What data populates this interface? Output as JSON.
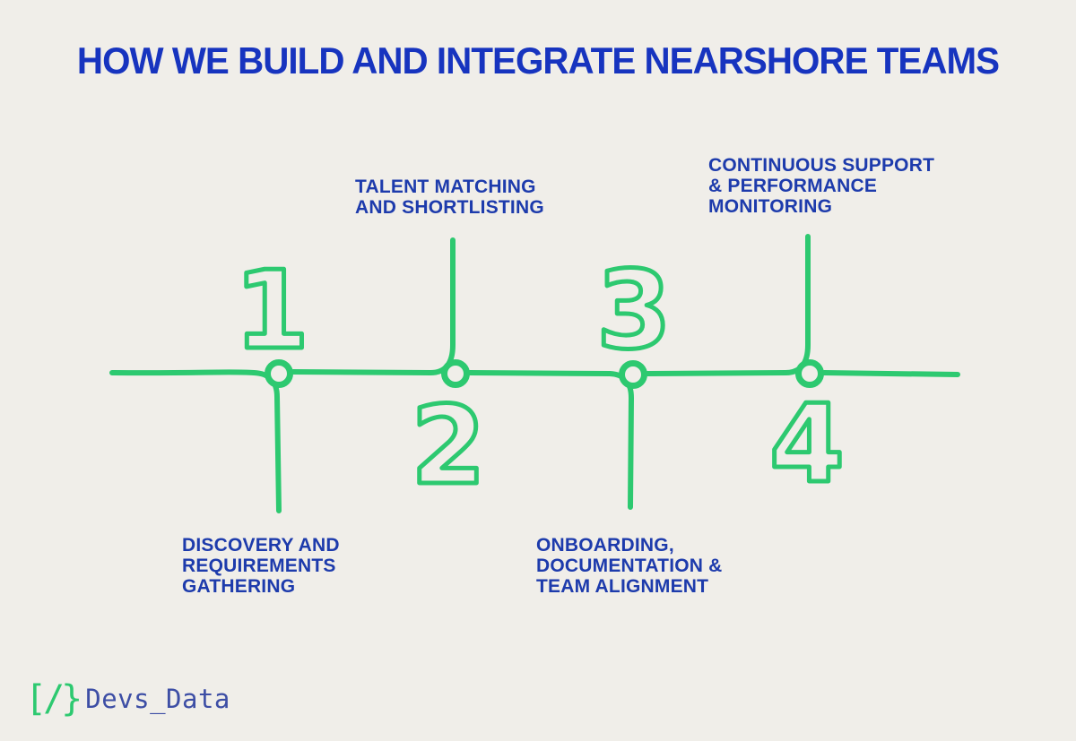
{
  "title": "HOW WE BUILD AND INTEGRATE NEARSHORE TEAMS",
  "steps": [
    {
      "number": "1",
      "label": "DISCOVERY AND REQUIREMENTS GATHERING",
      "label_lines": [
        "DISCOVERY AND",
        "REQUIREMENTS",
        "GATHERING"
      ],
      "label_position": "below-line",
      "number_position": "above-line"
    },
    {
      "number": "2",
      "label": "TALENT MATCHING AND SHORTLISTING",
      "label_lines": [
        "TALENT MATCHING",
        "AND SHORTLISTING"
      ],
      "label_position": "above-line",
      "number_position": "below-line"
    },
    {
      "number": "3",
      "label": "ONBOARDING, DOCUMENTATION & TEAM ALIGNMENT",
      "label_lines": [
        "ONBOARDING,",
        "DOCUMENTATION &",
        "TEAM ALIGNMENT"
      ],
      "label_position": "below-line",
      "number_position": "above-line"
    },
    {
      "number": "4",
      "label": "CONTINUOUS SUPPORT & PERFORMANCE MONITORING",
      "label_lines": [
        "CONTINUOUS SUPPORT",
        "& PERFORMANCE",
        "MONITORING"
      ],
      "label_position": "above-line",
      "number_position": "below-line"
    }
  ],
  "logo": {
    "bracket": "[/}",
    "text": "Devs_Data"
  },
  "colors": {
    "background": "#f0eee9",
    "accent_green": "#2dc970",
    "title_blue": "#1734bf",
    "label_blue": "#1d3bac",
    "logo_blue": "#3d4ea5"
  }
}
